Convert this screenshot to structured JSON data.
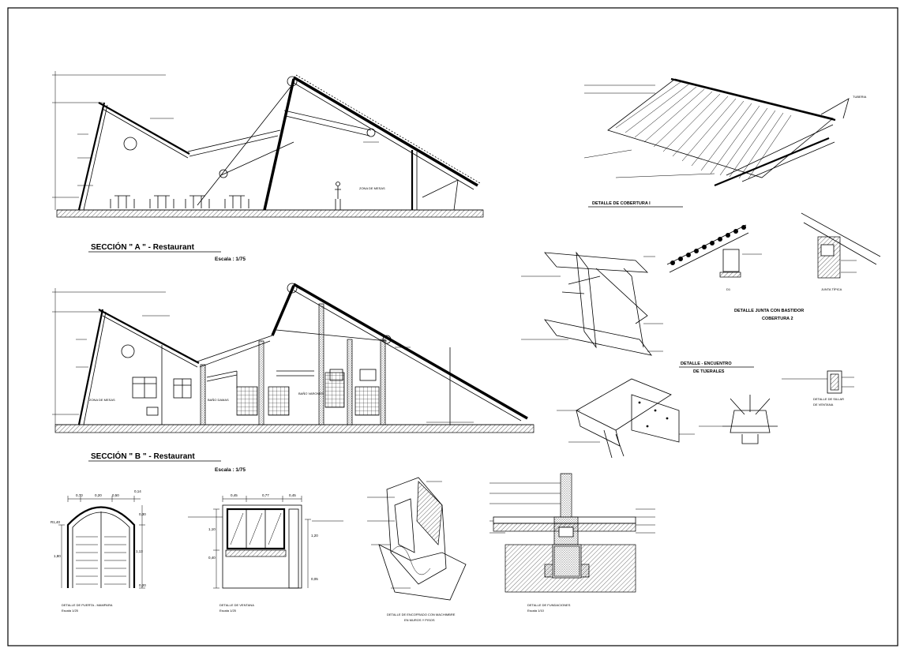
{
  "sections": {
    "a": {
      "title": "SECCIÓN   \" A \" - Restaurant",
      "scale": "Escala : 1/75",
      "label_zone": "ZONA DE MESAS"
    },
    "b": {
      "title": "SECCIÓN   \" B \" - Restaurant",
      "scale": "Escala : 1/75",
      "label_zone": "ZONA DE MESAS",
      "label_bano1": "BAÑO DAMAS",
      "label_bano2": "BAÑO VARONES"
    }
  },
  "details": {
    "cubierta1": {
      "title": "DETALLE  DE  COBERTURA  I",
      "label_tubo": "TUBERIA"
    },
    "junta": {
      "title_1": "DETALLE JUNTA CON BASTIDOR",
      "title_2": "COBERTURA 2",
      "label_d1": "D1",
      "label_tipica": "JUNTA TÍPICA"
    },
    "encuentro": {
      "title_1": "DETALLE  - ENCUENTRO",
      "title_2": "DE TIJERALES"
    },
    "sillar": {
      "title_1": "DETALLE  DE  SILLAR",
      "title_2": "DE VENTANA"
    },
    "puerta": {
      "title": "DETALLE DE PUERTA - MAMPARA",
      "scale": "Escala 1/25",
      "dims": [
        "0,70",
        "0,20",
        "0,50",
        "0,14",
        "R1,40",
        "0,30",
        "1,80",
        "1,13",
        "0,20"
      ]
    },
    "ventana": {
      "title": "DETALLE DE VENTANA",
      "scale": "Escala 1/25",
      "dims": [
        "0,45",
        "0,77",
        "0,45",
        "1,10",
        "0,40",
        "1,20",
        "0,05"
      ]
    },
    "encofrado": {
      "title_1": "DETALLE DE ENCOFRADO CON MACHIMBRE",
      "title_2": "EN MUROS Y PISOS"
    },
    "fundacion": {
      "title": "DETALLE DE FUNDACIONES",
      "scale": "Escala 1/10"
    }
  }
}
